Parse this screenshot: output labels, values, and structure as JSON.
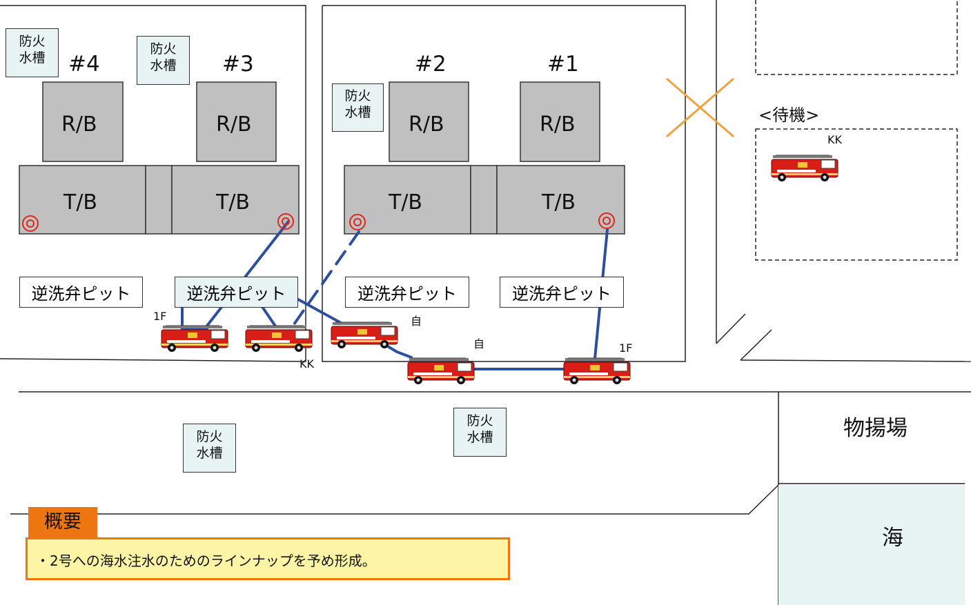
{
  "units": [
    {
      "name": "#4",
      "rb": "R/B",
      "tb": "T/B",
      "pit": "逆洗弁ピット"
    },
    {
      "name": "#3",
      "rb": "R/B",
      "tb": "T/B",
      "pit": "逆洗弁ピット"
    },
    {
      "name": "#2",
      "rb": "R/B",
      "tb": "T/B",
      "pit": "逆洗弁ピット"
    },
    {
      "name": "#1",
      "rb": "R/B",
      "tb": "T/B",
      "pit": "逆洗弁ピット"
    }
  ],
  "tanks": [
    {
      "line1": "防火",
      "line2": "水槽"
    },
    {
      "line1": "防火",
      "line2": "水槽"
    },
    {
      "line1": "防火",
      "line2": "水槽"
    },
    {
      "line1": "防火",
      "line2": "水槽"
    },
    {
      "line1": "防火",
      "line2": "水槽"
    }
  ],
  "truck_labels": {
    "t1": "1F",
    "t2": "KK",
    "t3": "自",
    "t4": "自",
    "t5": "1F",
    "standby": "KK"
  },
  "standby_label": "<待機>",
  "cargo_area": "物揚場",
  "sea": "海",
  "summary": {
    "tag": "概要",
    "text": "・2号への海水注水のためのラインナップを予め形成。"
  },
  "colors": {
    "building": "#c0c0c0",
    "hose": "#2e4fa0",
    "cross": "#f3a13c",
    "tank_fill": "#e8f4f4",
    "summary_accent": "#ee7611",
    "summary_fill": "#fdf5a5",
    "truck_red": "#d91e18"
  }
}
